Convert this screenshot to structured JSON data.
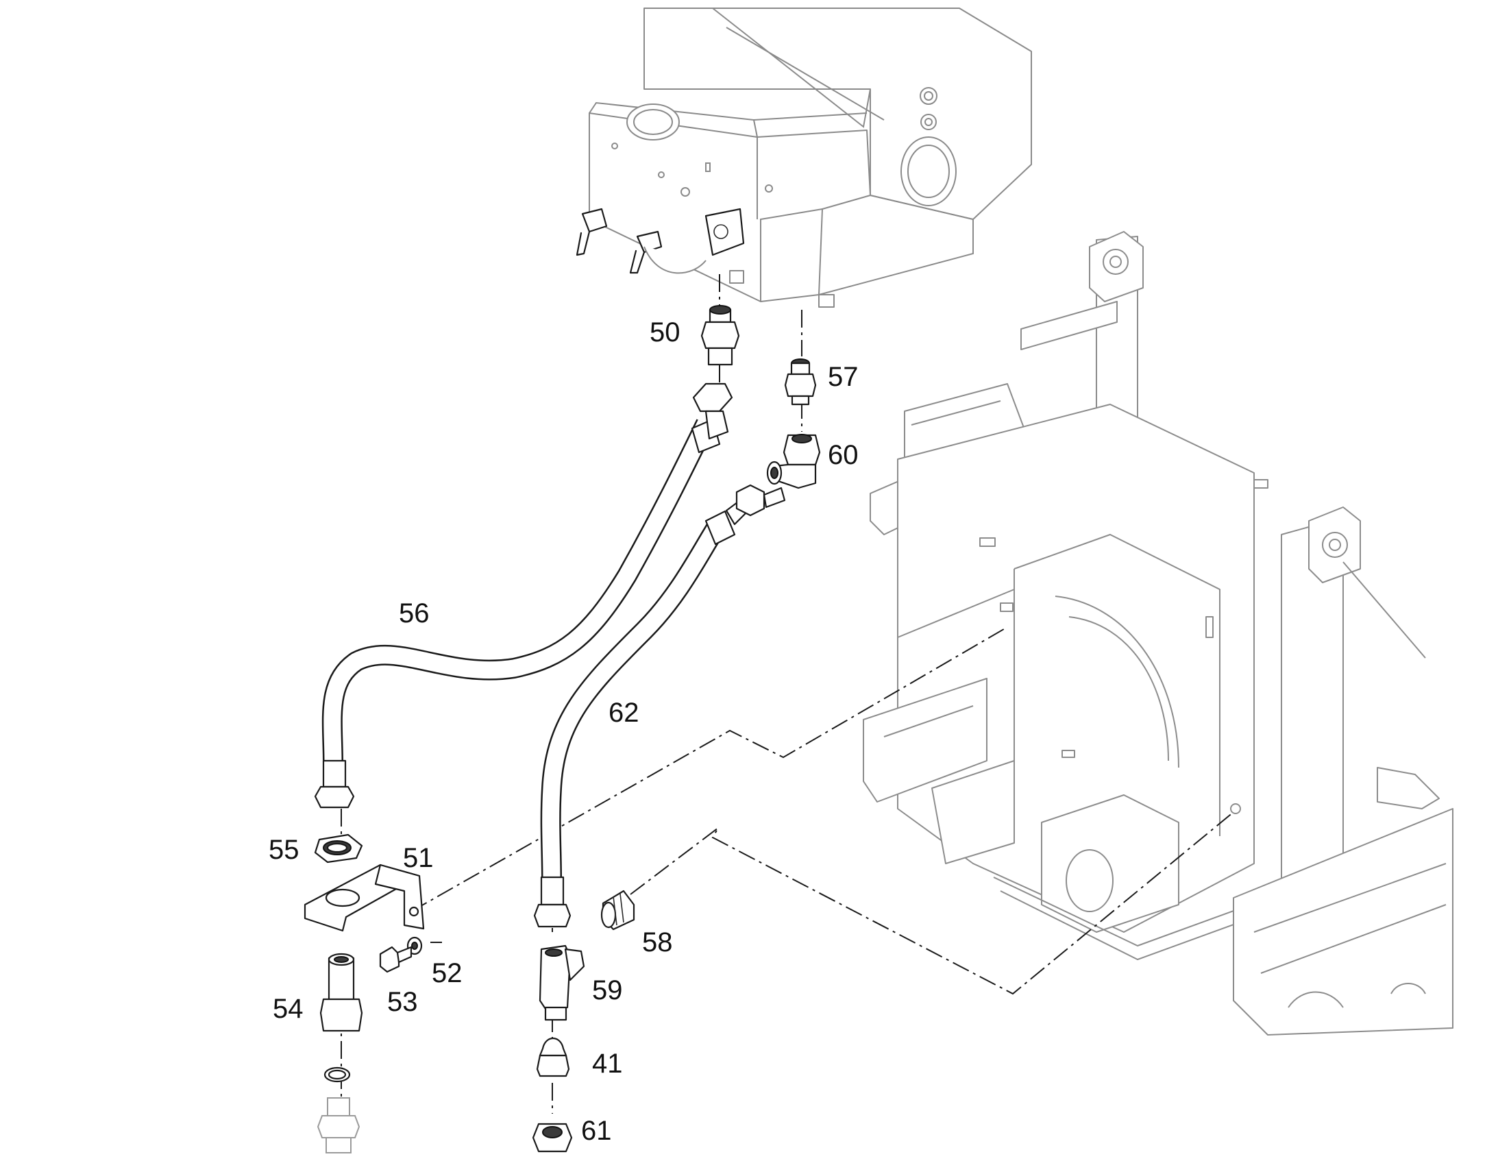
{
  "callouts": {
    "p41": "41",
    "p50": "50",
    "p51": "51",
    "p52": "52",
    "p53": "53",
    "p54": "54",
    "p55": "55",
    "p56": "56",
    "p57": "57",
    "p58": "58",
    "p59": "59",
    "p60": "60",
    "p61": "61",
    "p62": "62"
  }
}
